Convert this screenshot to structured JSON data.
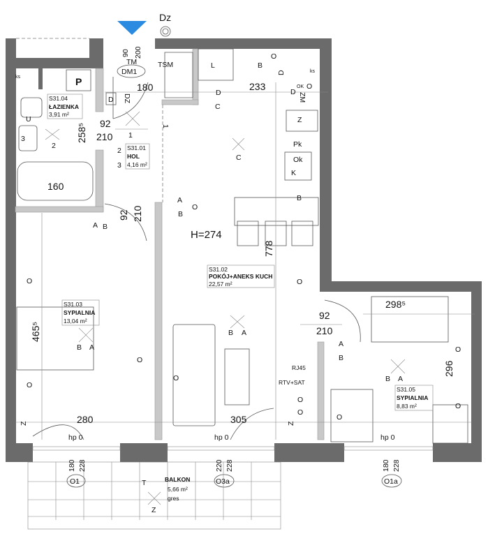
{
  "plan": {
    "accent_color": "#2a8be0",
    "ceiling_height": "H=274",
    "entrance": {
      "marker": "Dz",
      "door_code": "DM1",
      "tm": "TM",
      "door_width": "90",
      "door_height": "200",
      "dz": "DZ",
      "d": "D"
    },
    "rooms": [
      {
        "id": "S31.01",
        "name": "HOL",
        "area": "4,16 m²"
      },
      {
        "id": "S31.02",
        "name": "POKÓJ+ANEKS KUCH",
        "area": "22,57 m²"
      },
      {
        "id": "S31.03",
        "name": "SYPIALNIA",
        "area": "13,04 m²"
      },
      {
        "id": "S31.04",
        "name": "ŁAZIENKA",
        "area": "3,91 m²"
      },
      {
        "id": "S31.05",
        "name": "SYPIALNIA",
        "area": "8,83 m²"
      }
    ],
    "balcony": {
      "name": "BALKON",
      "area": "5,66 m²",
      "finish": "gres"
    },
    "dimensions": [
      "180",
      "233",
      "92",
      "210",
      "258⁵",
      "160",
      "92",
      "210",
      "778",
      "465⁵",
      "92",
      "210",
      "298⁵",
      "296",
      "280",
      "305"
    ],
    "windows": [
      {
        "code": "O1",
        "sill": "180",
        "height": "228"
      },
      {
        "code": "O3a",
        "sill": "220",
        "height": "228"
      },
      {
        "code": "O1a",
        "sill": "180",
        "height": "228"
      }
    ],
    "window_note": "hp 0",
    "symbols": [
      "TSM",
      "P",
      "L",
      "B",
      "O",
      "D",
      "ks",
      "ks",
      "D",
      "C",
      "D",
      "ZM",
      "OK",
      "O",
      "Z",
      "Pk",
      "Ok",
      "K",
      "B",
      "C",
      "1",
      "U",
      "3",
      "2",
      "1",
      "2",
      "3",
      "A",
      "B",
      "A",
      "B",
      "O",
      "O",
      "O",
      "B",
      "A",
      "O",
      "B",
      "A",
      "O",
      "O",
      "A",
      "B",
      "RJ45",
      "RTV+SAT",
      "O",
      "O",
      "O",
      "O",
      "O",
      "B",
      "A",
      "Z",
      "Z",
      "T",
      "Z"
    ]
  }
}
